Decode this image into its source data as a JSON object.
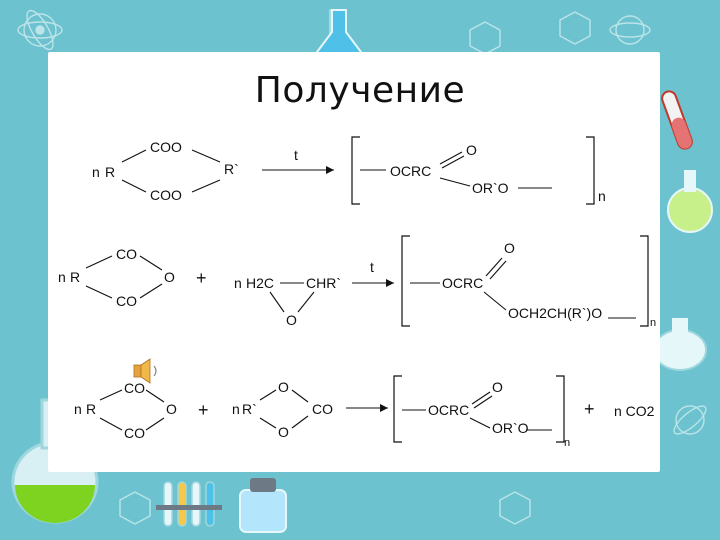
{
  "slide": {
    "title": "Получение"
  },
  "colors": {
    "background": "#6cc3cf",
    "card": "#ffffff",
    "ink": "#111111"
  },
  "reaction1": {
    "coefficient": "n",
    "reactant_r": "R",
    "coo_top": "COO",
    "coo_bottom": "COO",
    "r_prime": "R`",
    "condition": "t",
    "product_ocrc": "OCRC",
    "product_o": "O",
    "product_or": "OR`O",
    "repeat": "n"
  },
  "reaction2": {
    "coefficient": "n",
    "reactant_r": "R",
    "co_top": "CO",
    "co_bottom": "CO",
    "ring_o": "O",
    "plus": "+",
    "epoxide_n": "n",
    "epoxide_h2c": "H2C",
    "epoxide_chr": "CHR`",
    "epoxide_o": "O",
    "condition": "t",
    "product_ocrc": "OCRC",
    "product_o": "O",
    "product_tail": "OCH2CH(R`)O",
    "repeat": "n"
  },
  "reaction3": {
    "coefficient": "n",
    "reactant_r": "R",
    "co_top": "CO",
    "co_bottom": "CO",
    "ring_o": "O",
    "plus1": "+",
    "carbonate_n": "n",
    "carbonate_r": "R`",
    "carbonate_o_top": "O",
    "carbonate_o_bottom": "O",
    "carbonate_co": "CO",
    "product_ocrc": "OCRC",
    "product_o": "O",
    "product_or": "OR`O",
    "repeat": "n",
    "plus2": "+",
    "byproduct": "n CO2"
  },
  "icons": {
    "speaker": "speaker-icon"
  }
}
